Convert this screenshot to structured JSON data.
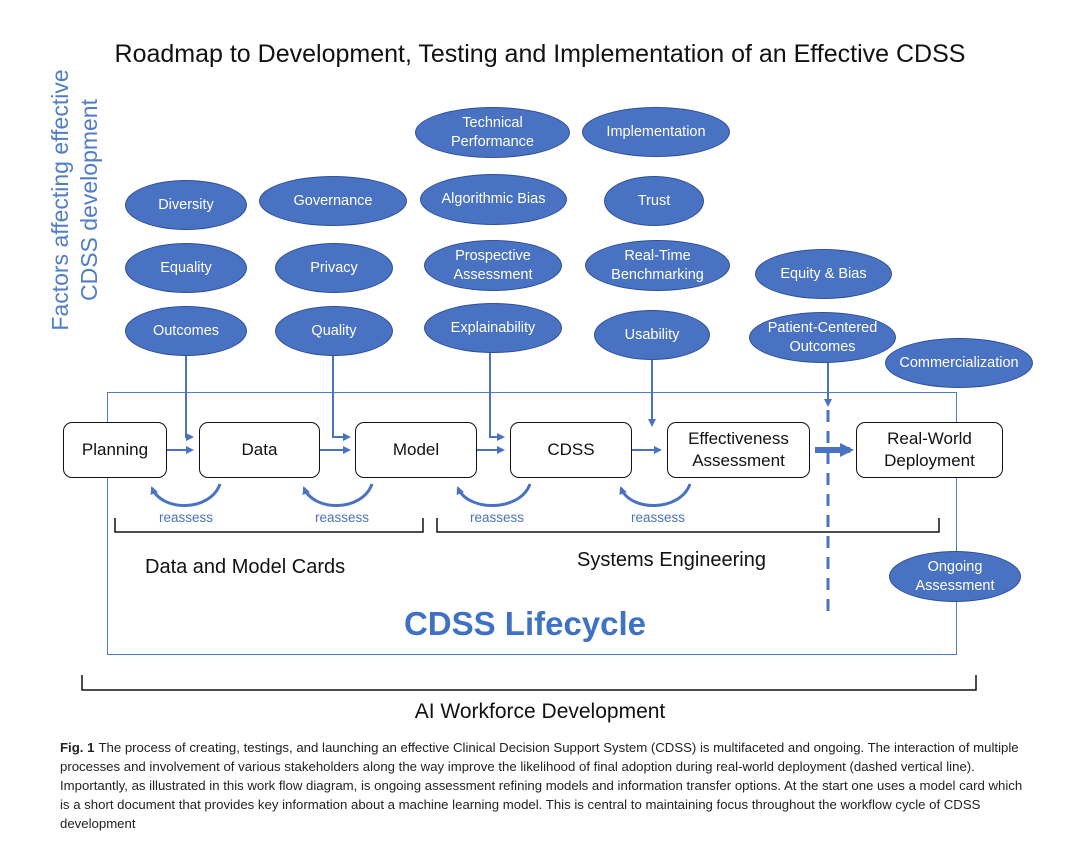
{
  "title": "Roadmap to Development, Testing and Implementation of an Effective CDSS",
  "side_label": {
    "line1": "Factors affecting effective",
    "line2": "CDSS development"
  },
  "stages": {
    "planning": "Planning",
    "data": "Data",
    "model": "Model",
    "cdss": "CDSS",
    "effectiveness": "Effectiveness Assessment",
    "deployment": "Real-World Deployment"
  },
  "factors": {
    "diversity": "Diversity",
    "equality": "Equality",
    "outcomes": "Outcomes",
    "governance": "Governance",
    "privacy": "Privacy",
    "quality": "Quality",
    "technical_performance": "Technical Performance",
    "algorithmic_bias": "Algorithmic Bias",
    "prospective_assessment": "Prospective Assessment",
    "explainability": "Explainability",
    "implementation": "Implementation",
    "trust": "Trust",
    "real_time_benchmarking": "Real-Time Benchmarking",
    "usability": "Usability",
    "equity_bias": "Equity & Bias",
    "patient_centered_outcomes": "Patient-Centered Outcomes",
    "commercialization": "Commercialization",
    "ongoing_assessment": "Ongoing Assessment"
  },
  "reassess_label": "reassess",
  "groups": {
    "data_model_cards": "Data and Model Cards",
    "systems_engineering": "Systems Engineering"
  },
  "lifecycle_label": "CDSS Lifecycle",
  "workforce_label": "AI Workforce Development",
  "caption": {
    "label": "Fig. 1",
    "text": "The process of creating, testings, and launching an effective Clinical Decision Support System (CDSS) is multifaceted and ongoing. The interaction of multiple processes and involvement of various stakeholders along the way improve the likelihood of final adoption during real-world deployment (dashed vertical line). Importantly, as illustrated in this work flow diagram, is ongoing assessment refining models and information transfer options. At the start one uses a model card which is a short document that provides key information about a machine learning model. This is central to maintaining focus throughout the workflow cycle of CDSS development"
  },
  "colors": {
    "oval_fill": "#4a72c2",
    "accent_blue": "#4f7ec6",
    "arrow_blue": "#4a72c2"
  }
}
